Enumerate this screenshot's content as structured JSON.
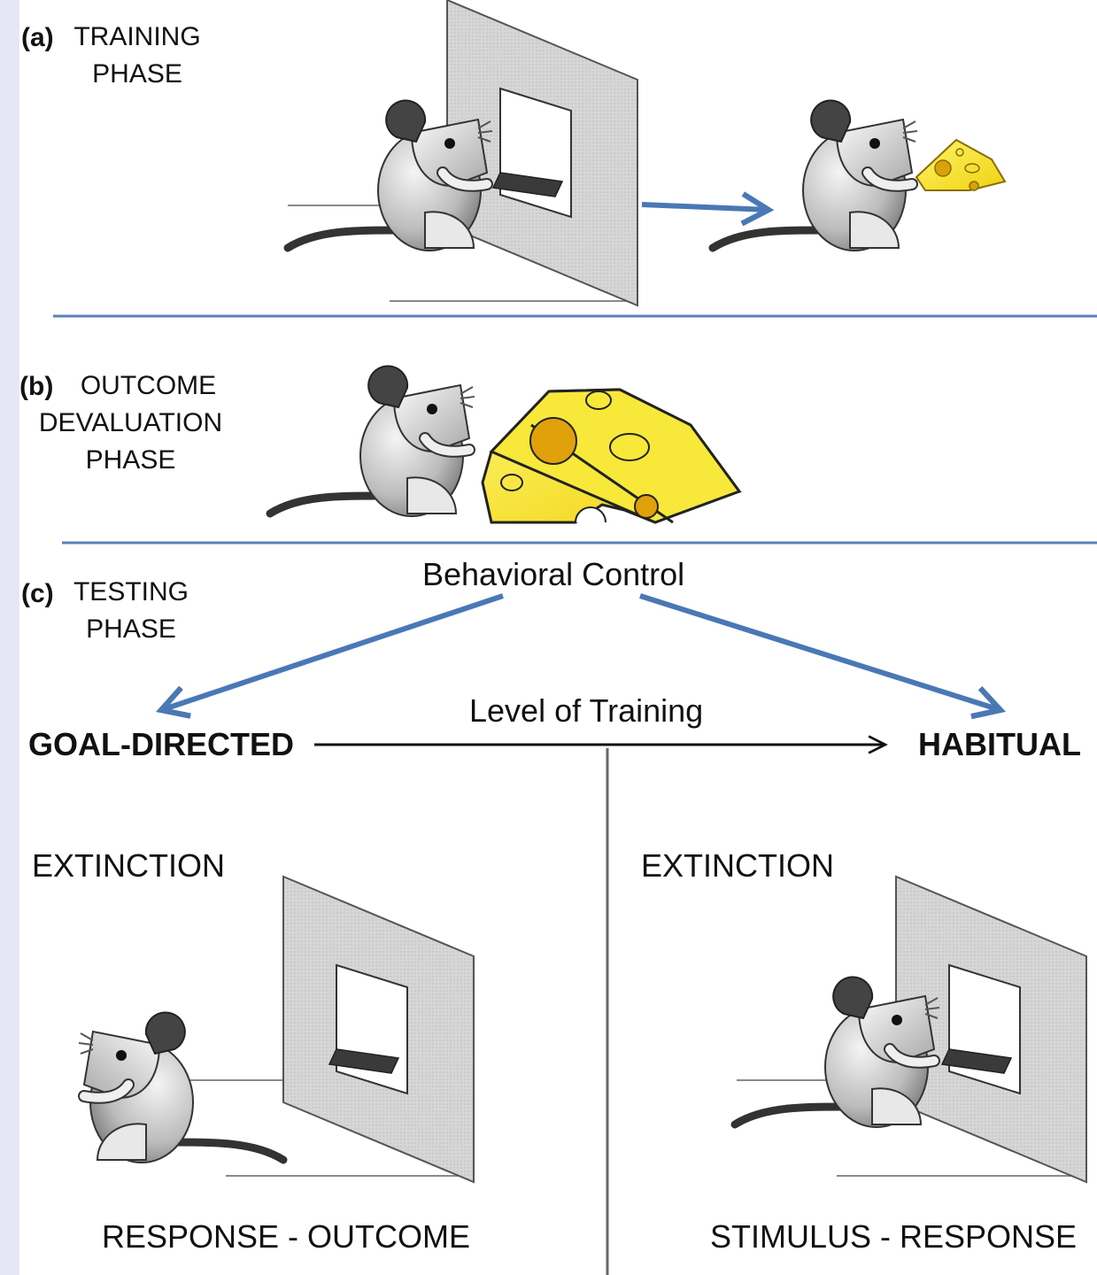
{
  "panel_a": {
    "letter": "(a)",
    "title_lines": [
      "TRAINING",
      "PHASE"
    ]
  },
  "panel_b": {
    "letter": "(b)",
    "title_lines": [
      "OUTCOME",
      "DEVALUATION",
      "PHASE"
    ]
  },
  "panel_c": {
    "letter": "(c)",
    "title_lines": [
      "TESTING",
      "PHASE"
    ],
    "behavioral_control": "Behavioral Control",
    "level_of_training": "Level of Training",
    "goal_directed": "GOAL-DIRECTED",
    "habitual": "HABITUAL",
    "left": {
      "condition": "EXTINCTION",
      "association": "RESPONSE - OUTCOME"
    },
    "right": {
      "condition": "EXTINCTION",
      "association": "STIMULUS - RESPONSE"
    }
  },
  "colors": {
    "arrow_blue": "#4a78b5",
    "divider_blue": "#5b80b8",
    "panel_gray": "#d0d0d0",
    "cheese_yellow": "#f3e21c",
    "cheese_hole": "#d9a10a",
    "sidebar_lavender": "#e6e7f6"
  },
  "icons": [
    "rat-icon",
    "lever-box-icon",
    "cheese-icon",
    "arrow-icon"
  ]
}
